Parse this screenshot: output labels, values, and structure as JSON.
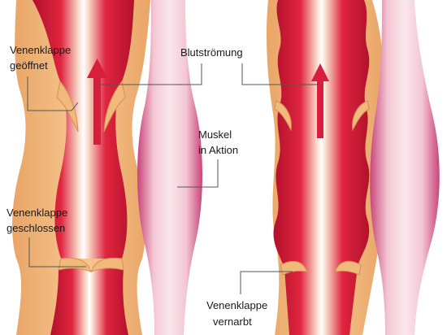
{
  "labels": {
    "valve_open_line1": "Venenklappe",
    "valve_open_line2": "geöffnet",
    "blood_flow": "Blutströmung",
    "muscle_line1": "Muskel",
    "muscle_line2": "in Aktion",
    "valve_closed_line1": "Venenklappe",
    "valve_closed_line2": "geschlossen",
    "valve_scarred_line1": "Venenklappe",
    "valve_scarred_line2": "vernarbt"
  },
  "colors": {
    "vein_wall": "#f2b97c",
    "blood": "#d81e3c",
    "blood_core": "#fbe3d2",
    "muscle": "#f0c0cf",
    "muscle_edge": "#c9447a",
    "arrow": "#d81e3c"
  }
}
